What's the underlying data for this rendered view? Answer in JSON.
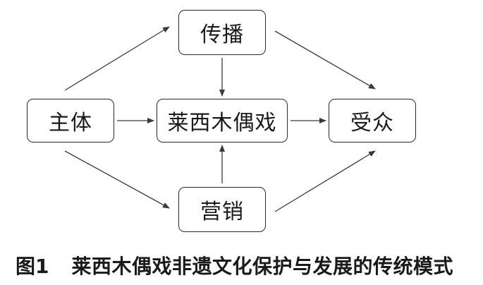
{
  "nodes": {
    "chuanbo": "传播",
    "zhuti": "主体",
    "puppet_play": "莱西木偶戏",
    "shouzhong": "受众",
    "yingxiao": "营销"
  },
  "caption": {
    "label": "图1",
    "text": "莱西木偶戏非遗文化保护与发展的传统模式"
  }
}
